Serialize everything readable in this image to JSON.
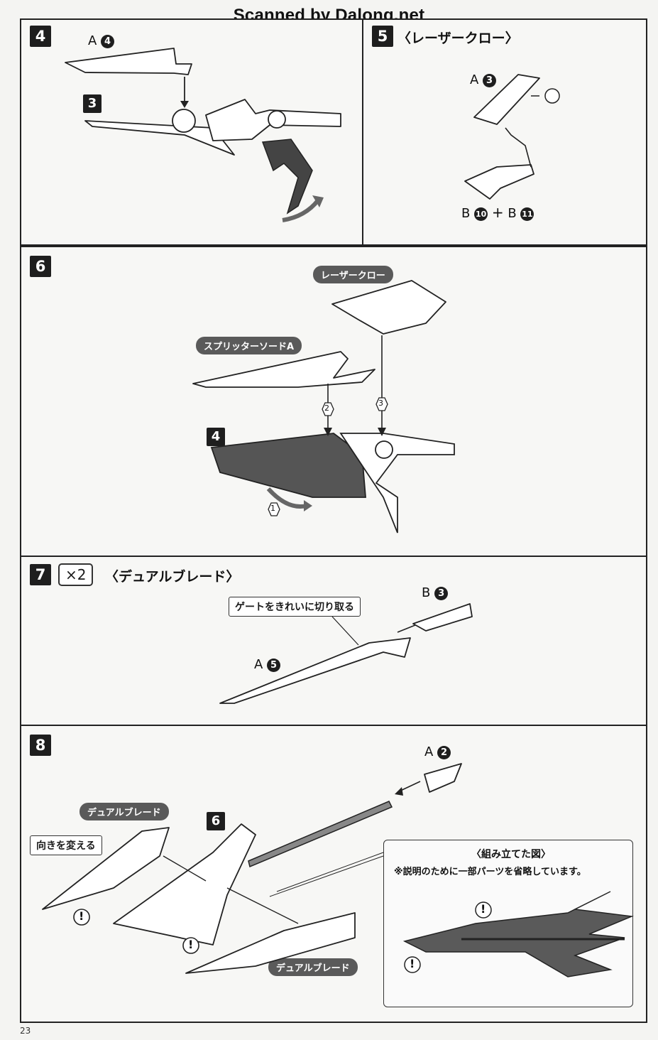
{
  "watermark": "Scanned by Dalong.net",
  "page_number": "23",
  "step4": {
    "num": "4",
    "part_label": "A",
    "part_num": "4",
    "sub_step": "3"
  },
  "step5": {
    "num": "5",
    "title": "〈レーザークロー〉",
    "part_label": "A",
    "part_num": "3",
    "combo_b1": "B",
    "combo_n1": "10",
    "combo_plus": "+",
    "combo_b2": "B",
    "combo_n2": "11"
  },
  "step6": {
    "num": "6",
    "pill_laser": "レーザークロー",
    "pill_splitter": "スプリッターソードA",
    "sub_step": "4",
    "order1": "1",
    "order2": "2",
    "order3": "3"
  },
  "step7": {
    "num": "7",
    "multiplier": "×2",
    "title": "〈デュアルブレード〉",
    "note_gate": "ゲートをきれいに切り取る",
    "a_label": "A",
    "a_num": "5",
    "b_label": "B",
    "b_num": "3"
  },
  "step8": {
    "num": "8",
    "sub_step": "6",
    "a_label": "A",
    "a_num": "2",
    "pill_dual1": "デュアルブレード",
    "pill_dual2": "デュアルブレード",
    "note_turn": "向きを変える",
    "inset_title": "〈組み立てた図〉",
    "inset_note": "※説明のために一部パーツを省略しています。",
    "caution": "!"
  }
}
